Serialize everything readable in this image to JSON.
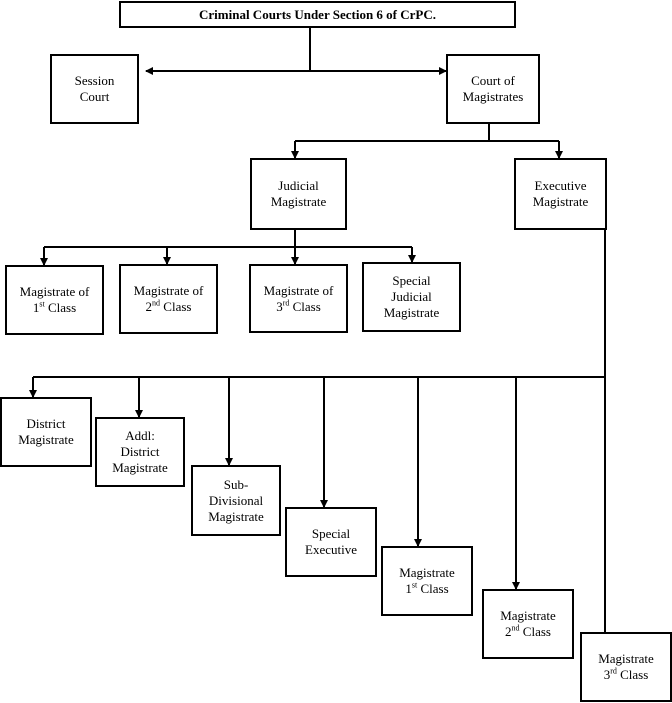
{
  "title": "Criminal Courts Under Section 6 of CrPC.",
  "session_court": [
    "Session",
    "Court"
  ],
  "court_of_magistrates": [
    "Court of",
    "Magistrates"
  ],
  "judicial_magistrate": [
    "Judicial",
    "Magistrate"
  ],
  "executive_magistrate": [
    "Executive",
    "Magistrate"
  ],
  "judicial_children": {
    "first": {
      "line1": "Magistrate of",
      "ord": "1",
      "sup": "st",
      "rest": " Class"
    },
    "second": {
      "line1": "Magistrate of",
      "ord": "2",
      "sup": "nd",
      "rest": " Class"
    },
    "third": {
      "line1": "Magistrate of",
      "ord": "3",
      "sup": "rd",
      "rest": " Class"
    },
    "special": [
      "Special",
      "Judicial",
      "Magistrate"
    ]
  },
  "executive_children": {
    "district": [
      "District",
      "Magistrate"
    ],
    "addl_district": [
      "Addl:",
      "District",
      "Magistrate"
    ],
    "sub_divisional": [
      "Sub-",
      "Divisional",
      "Magistrate"
    ],
    "special_executive": [
      "Special",
      "Executive"
    ],
    "first": {
      "line1": "Magistrate",
      "ord": "1",
      "sup": "st",
      "rest": " Class"
    },
    "second": {
      "line1": "Magistrate",
      "ord": "2",
      "sup": "nd",
      "rest": " Class"
    },
    "third": {
      "line1": "Magistrate",
      "ord": "3",
      "sup": "rd",
      "rest": " Class"
    }
  }
}
